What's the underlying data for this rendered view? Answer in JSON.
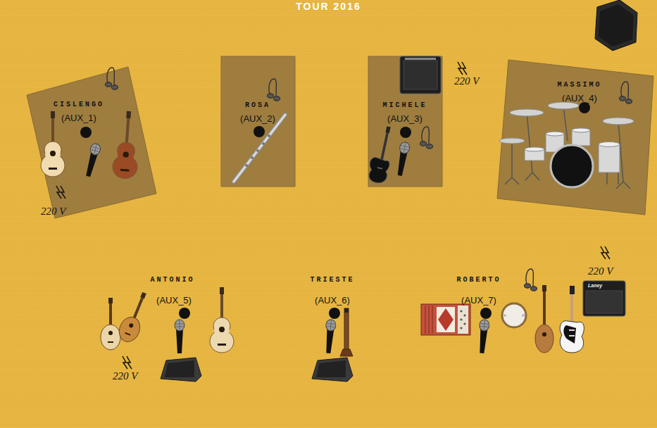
{
  "diagram": {
    "title": "TOUR 2016",
    "nodes": [
      {
        "text": [
          "CISLENGO",
          "(AUX_1)"
        ]
      },
      {
        "text": [
          "ROSA",
          "(AUX_2)"
        ]
      },
      {
        "text": [
          "MICHELE",
          "(AUX_3)"
        ]
      },
      {
        "text": [
          "MASSIMO",
          "(AUX_4)"
        ]
      }
    ],
    "labels": [
      "220 V",
      "220 V",
      "220 V",
      "ANTONIO",
      "(AUX_5)",
      "TRIESTE",
      "(AUX_6)",
      "ROBERTO",
      "(AUX_7)",
      "220 V",
      "Laney"
    ]
  }
}
